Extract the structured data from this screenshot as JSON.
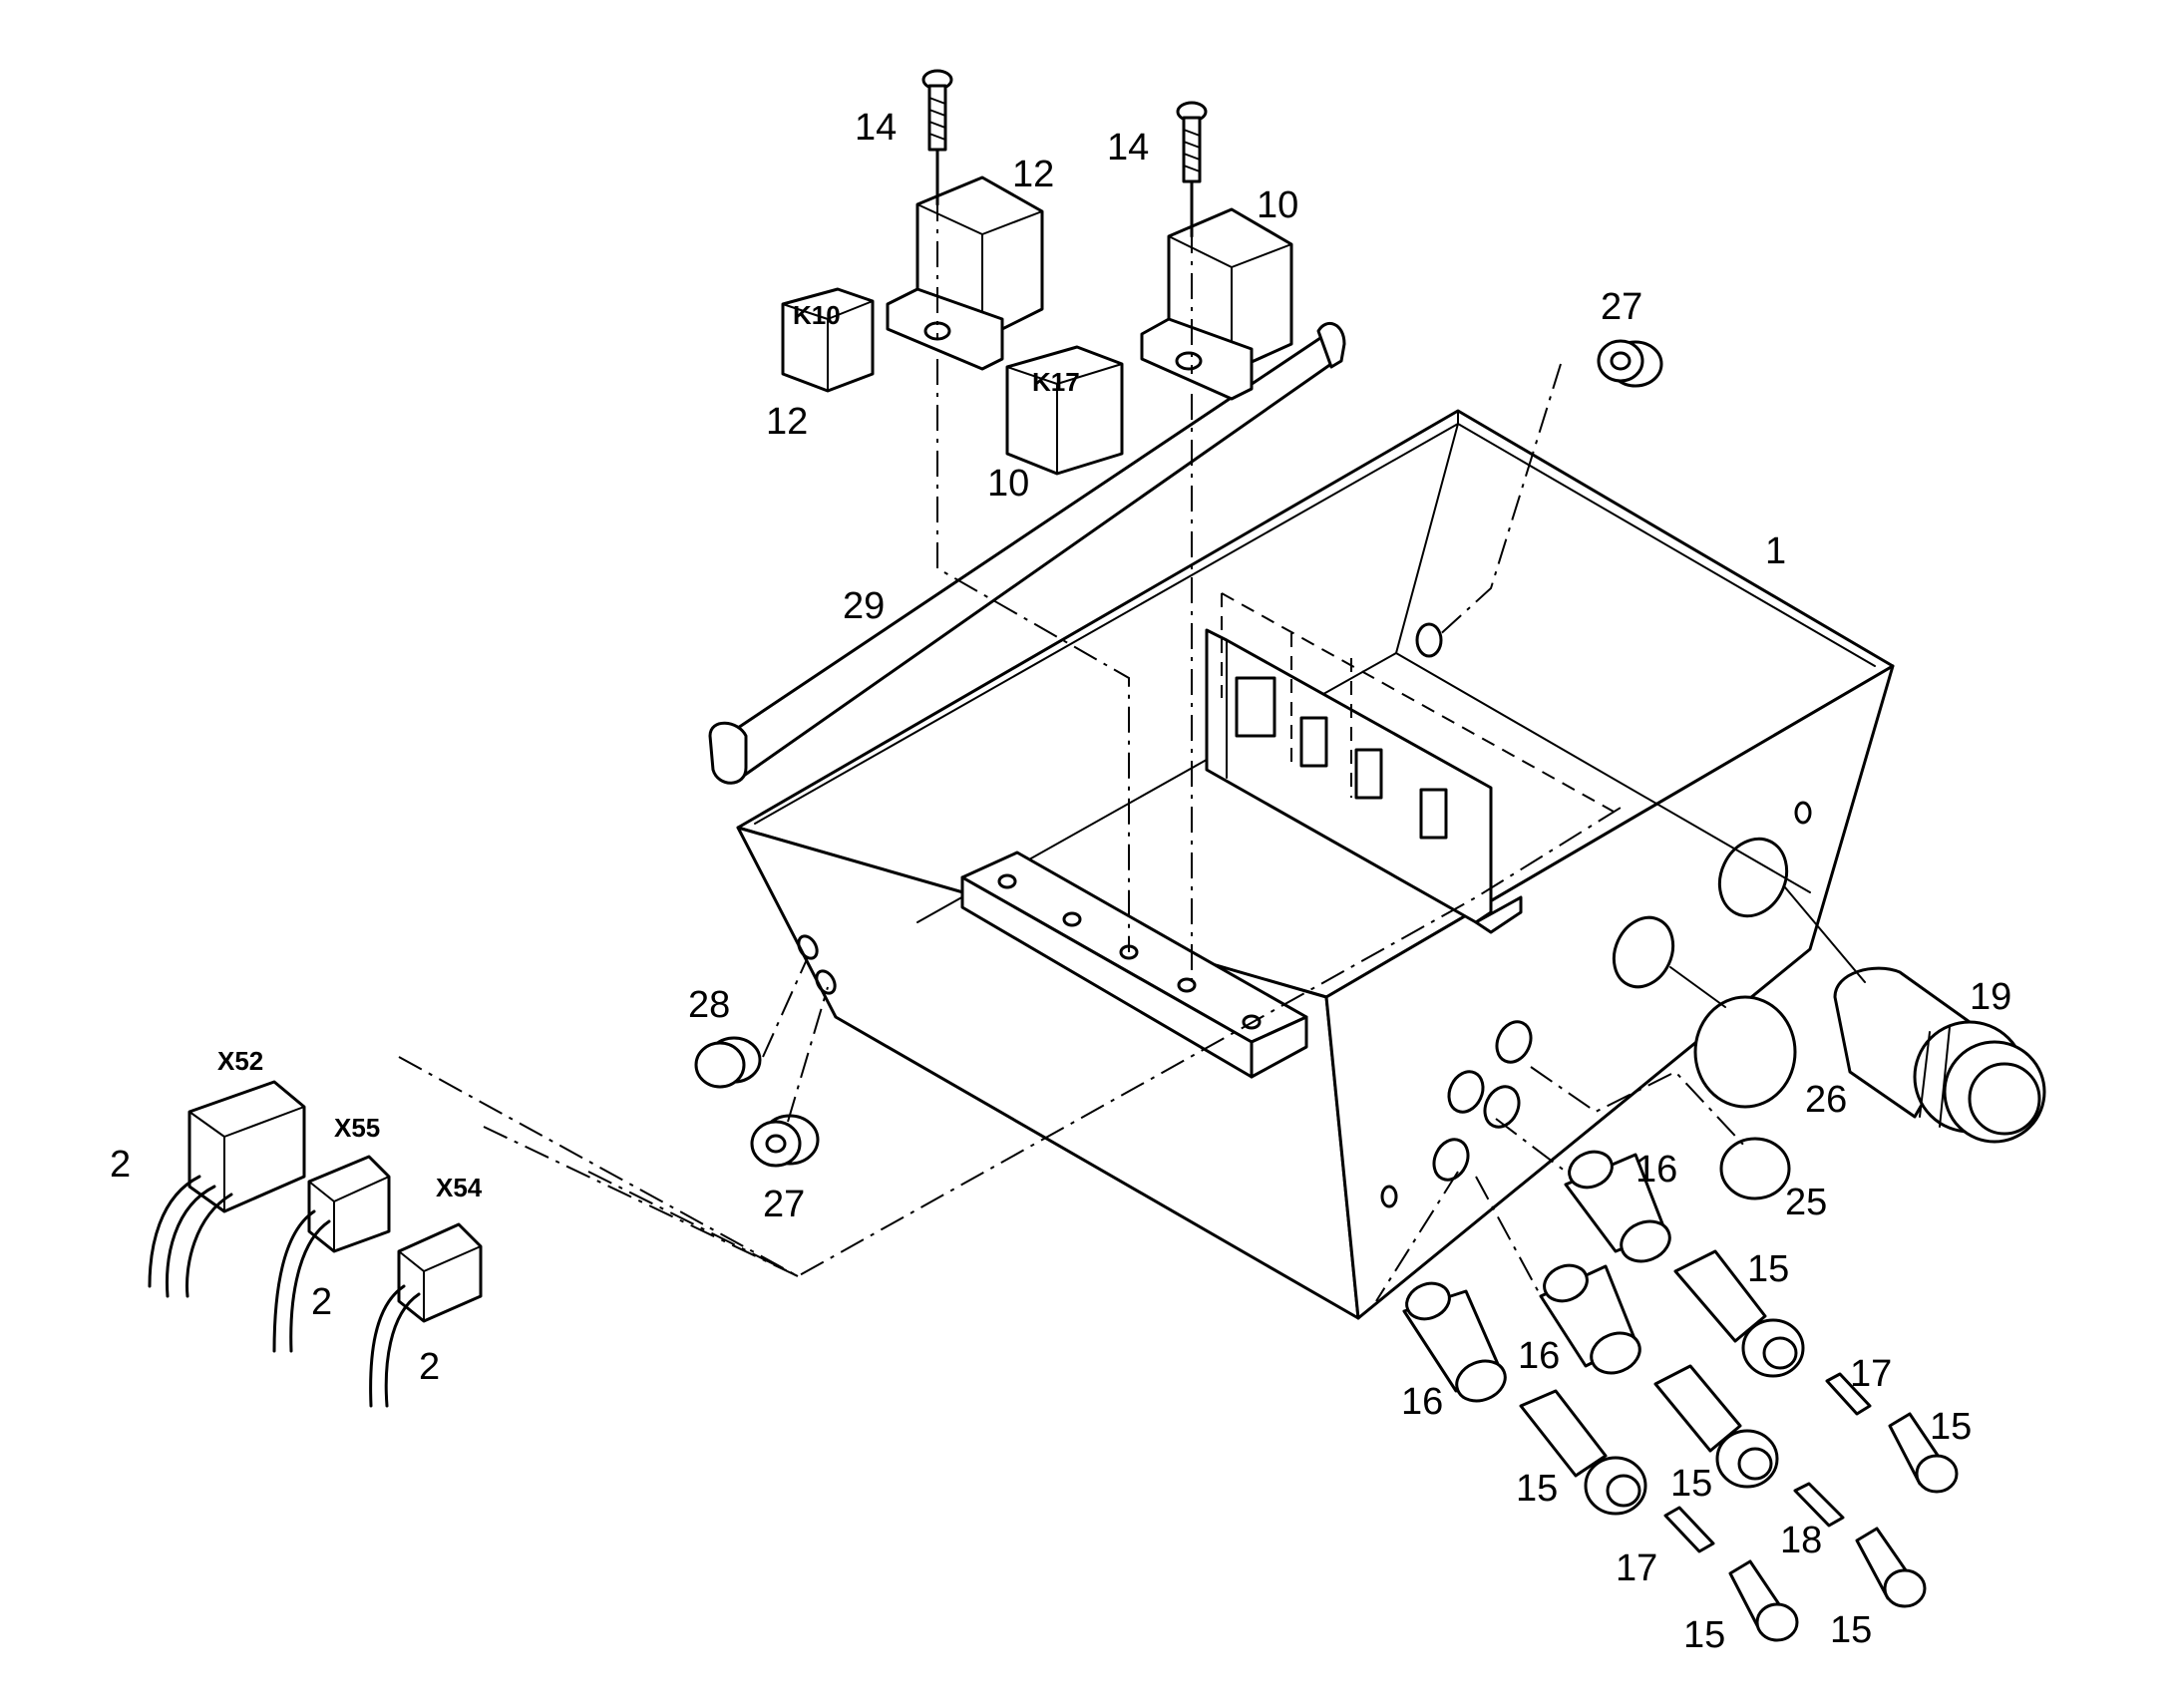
{
  "diagram": {
    "callouts": [
      {
        "id": "c-14a",
        "text": "14"
      },
      {
        "id": "c-12a",
        "text": "12"
      },
      {
        "id": "c-14b",
        "text": "14"
      },
      {
        "id": "c-10a",
        "text": "10"
      },
      {
        "id": "c-12b",
        "text": "12"
      },
      {
        "id": "c-10b",
        "text": "10"
      },
      {
        "id": "c-27a",
        "text": "27"
      },
      {
        "id": "c-1",
        "text": "1"
      },
      {
        "id": "c-29",
        "text": "29"
      },
      {
        "id": "c-28",
        "text": "28"
      },
      {
        "id": "c-27b",
        "text": "27"
      },
      {
        "id": "c-19",
        "text": "19"
      },
      {
        "id": "c-26",
        "text": "26"
      },
      {
        "id": "c-25",
        "text": "25"
      },
      {
        "id": "c-16a",
        "text": "16"
      },
      {
        "id": "c-16b",
        "text": "16"
      },
      {
        "id": "c-16c",
        "text": "16"
      },
      {
        "id": "c-15a",
        "text": "15"
      },
      {
        "id": "c-15b",
        "text": "15"
      },
      {
        "id": "c-15c",
        "text": "15"
      },
      {
        "id": "c-15d",
        "text": "15"
      },
      {
        "id": "c-15e",
        "text": "15"
      },
      {
        "id": "c-15f",
        "text": "15"
      },
      {
        "id": "c-17a",
        "text": "17"
      },
      {
        "id": "c-17b",
        "text": "17"
      },
      {
        "id": "c-18",
        "text": "18"
      },
      {
        "id": "c-2a",
        "text": "2"
      },
      {
        "id": "c-2b",
        "text": "2"
      },
      {
        "id": "c-2c",
        "text": "2"
      }
    ],
    "relay_markings": {
      "k10": "K10",
      "k17": "K17"
    },
    "connector_markings": {
      "x52": "X52",
      "x55": "X55",
      "x54": "X54"
    }
  }
}
